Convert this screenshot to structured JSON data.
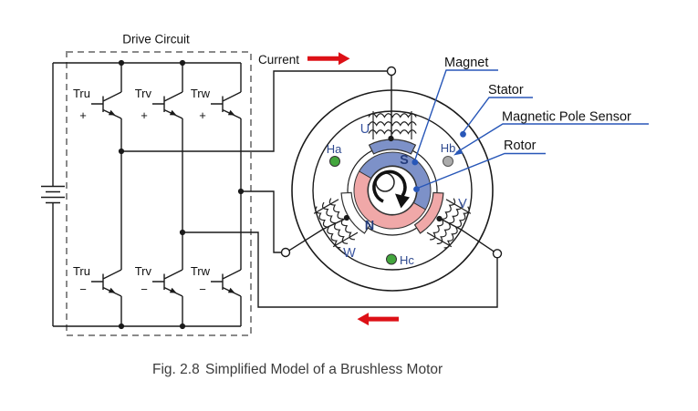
{
  "title": {
    "drive_circuit": "Drive Circuit"
  },
  "current_label": "Current",
  "inverter": {
    "transistors": [
      {
        "name": "Tru",
        "sign": "+"
      },
      {
        "name": "Trv",
        "sign": "+"
      },
      {
        "name": "Trw",
        "sign": "+"
      },
      {
        "name": "Tru",
        "sign": "−"
      },
      {
        "name": "Trv",
        "sign": "−"
      },
      {
        "name": "Trw",
        "sign": "−"
      }
    ]
  },
  "motor": {
    "phases": {
      "u": "U",
      "v": "V",
      "w": "W"
    },
    "poles": {
      "s": "S",
      "n": "N"
    },
    "sensors": {
      "ha": "Ha",
      "hb": "Hb",
      "hc": "Hc"
    }
  },
  "callouts": {
    "magnet": "Magnet",
    "stator": "Stator",
    "pole_sensor": "Magnetic Pole Sensor",
    "rotor": "Rotor"
  },
  "caption": {
    "fig": "Fig. 2.8",
    "text": "Simplified Model of a Brushless Motor"
  },
  "colors": {
    "wire": "#1a1a1a",
    "box_dash": "#8a8a8a",
    "pole_s_blue": "#7d91c8",
    "pole_n_pink": "#f0a8a8",
    "sensor_green": "#43a63d",
    "sensor_gray": "#ababab",
    "leader_blue": "#2857b8",
    "arrow_red": "#dd1016"
  }
}
